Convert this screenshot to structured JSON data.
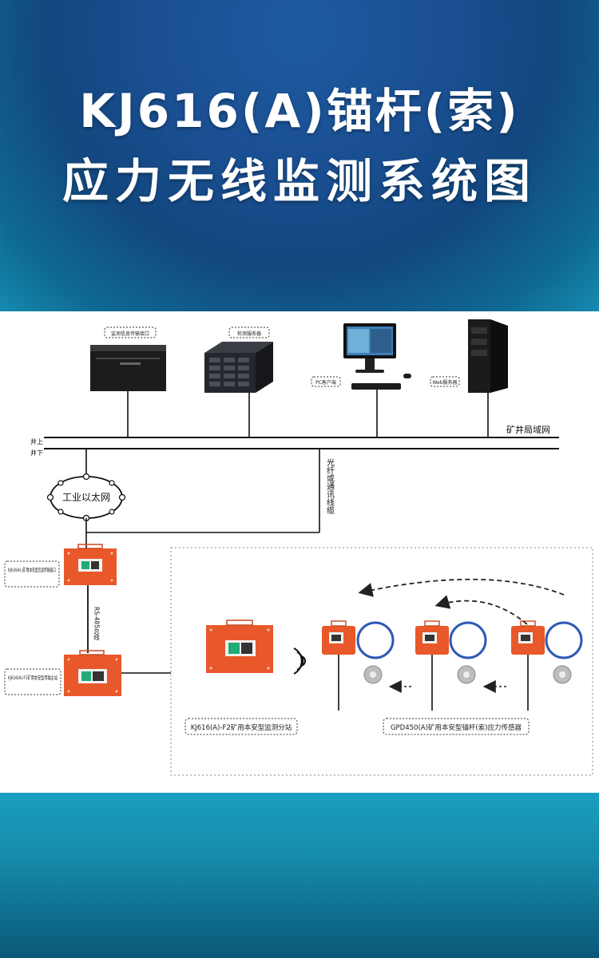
{
  "header": {
    "title_line1": "KJ616(A)锚杆(索)",
    "title_line2": "应力无线监测系统图"
  },
  "diagram": {
    "servers": {
      "tag1": "监测信息传输接口",
      "tag2": "检测服务器",
      "tag3": "PC客户端",
      "tag4": "Web服务器"
    },
    "network": {
      "lan_label": "矿井局域网",
      "surface_label": "井上",
      "underground_label": "井下",
      "ethernet_label": "工业以太网",
      "fiber_label": "光纤或通讯线缆",
      "rs485_label": "RS-485总线"
    },
    "devices": {
      "interface_label": "KJ616(A)-J矿用本安型信息传输接口",
      "host_label": "KJ616(A)-F1矿用本安型传输主站",
      "substation_label": "KJ616(A)-F2矿用本安型监测分站",
      "sensor_label": "GPD450(A)矿用本安型锚杆(索)应力传感器"
    }
  },
  "colors": {
    "device_orange": "#e8582a",
    "line_black": "#111111",
    "title_white": "#ffffff"
  }
}
